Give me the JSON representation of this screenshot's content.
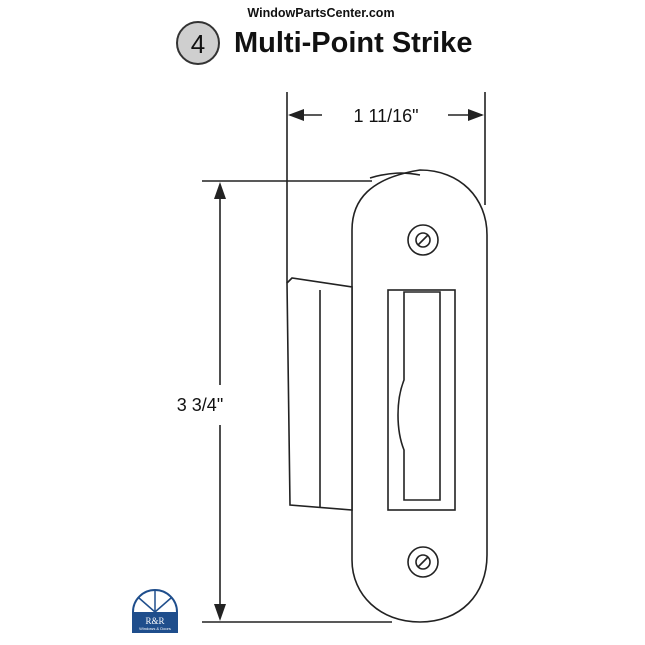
{
  "watermark": "WindowPartsCenter.com",
  "header": {
    "badge_number": "4",
    "title": "Multi-Point Strike"
  },
  "dimensions": {
    "width": "1 11/16\"",
    "height": "3 3/4\""
  },
  "logo": {
    "text": "R&R",
    "subtext": "Windows & Doors",
    "color": "#1f4e8c"
  },
  "colors": {
    "badge_fill": "#cfcfcf",
    "line": "#222222"
  }
}
